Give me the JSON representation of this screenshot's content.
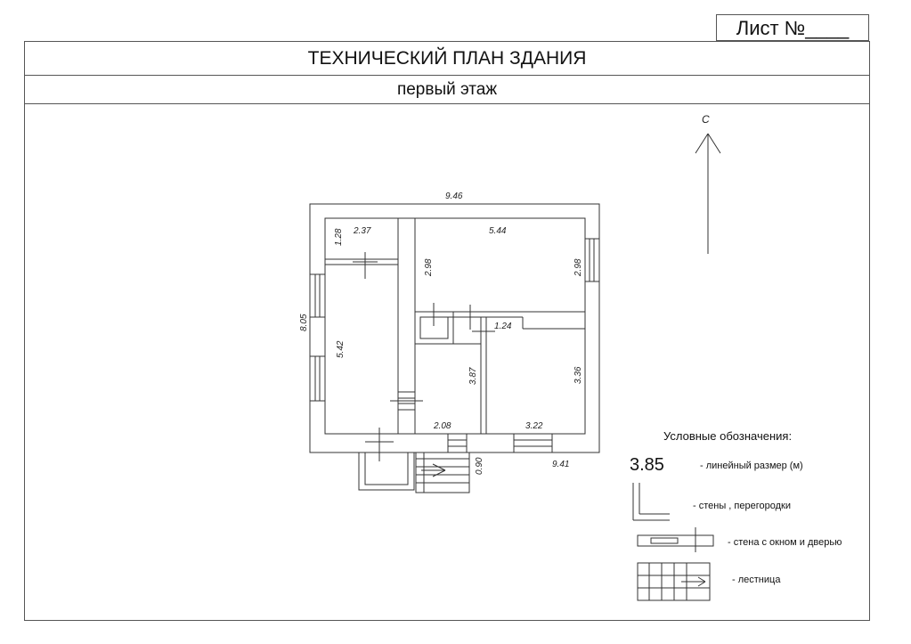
{
  "header": {
    "sheet_label": "Лист №____",
    "title": "ТЕХНИЧЕСКИЙ ПЛАН ЗДАНИЯ",
    "subtitle": "первый этаж"
  },
  "north_arrow": {
    "label": "С"
  },
  "dimensions": {
    "overall_width_top": "9.46",
    "overall_width_bottom": "9.41",
    "overall_height_left": "8.05",
    "small_room_height": "1.28",
    "small_room_width": "2.37",
    "left_room_height": "5.42",
    "big_room_width": "5.44",
    "big_room_height_left": "2.98",
    "big_room_height_right": "2.98",
    "middle_room_width": "2.08",
    "middle_room_height": "3.87",
    "corridor_width": "1.24",
    "right_room_width": "3.22",
    "right_room_height": "3.36",
    "porch": "0.90"
  },
  "legend": {
    "title": "Условные обозначения:",
    "sample_dimension": "3.85",
    "linear_size": "- линейный размер (м)",
    "walls": "- стены , перегородки",
    "wall_window_door": "- стена с окном и дверью",
    "stairs": "- лестница"
  }
}
